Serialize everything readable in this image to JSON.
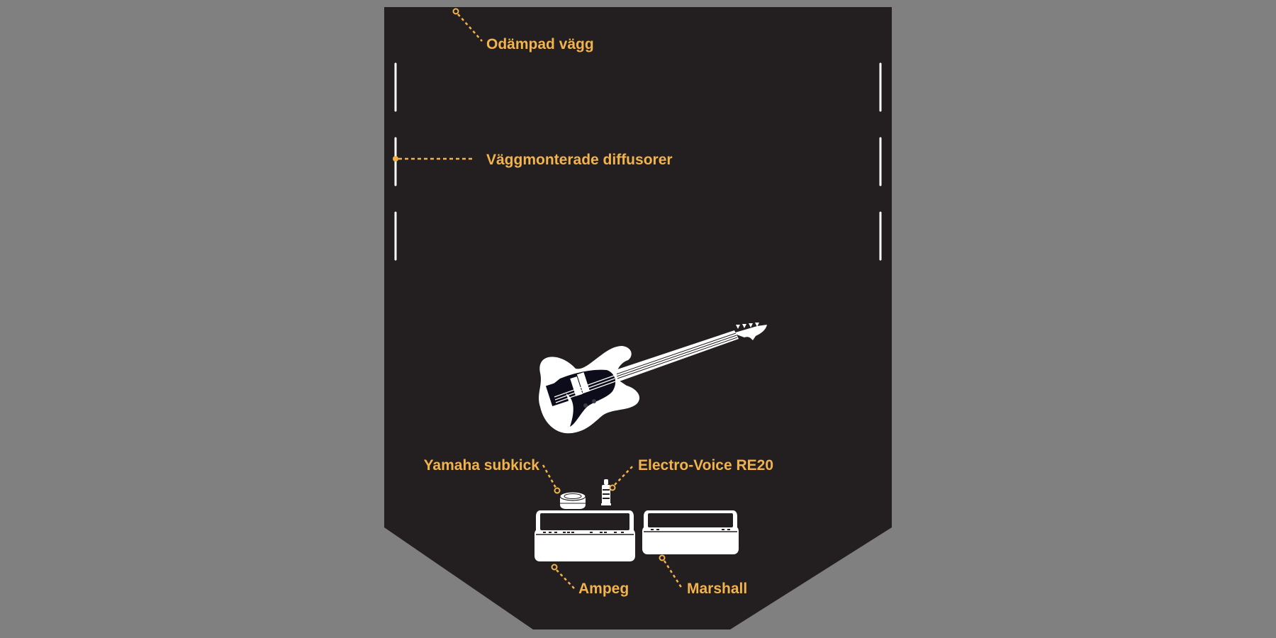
{
  "colors": {
    "background": "#808080",
    "room": "#231f20",
    "accent": "#f3b34c",
    "equipment": "#ffffff"
  },
  "labels": {
    "wall": "Odämpad vägg",
    "diffusers": "Väggmonterade diffusorer",
    "subkick": "Yamaha subkick",
    "re20": "Electro-Voice RE20",
    "ampeg": "Ampeg",
    "marshall": "Marshall"
  },
  "icons": [
    "bass-guitar-icon",
    "subkick-mic-icon",
    "dynamic-mic-icon",
    "bass-amp-cabinet-icon",
    "guitar-amp-cabinet-icon"
  ]
}
